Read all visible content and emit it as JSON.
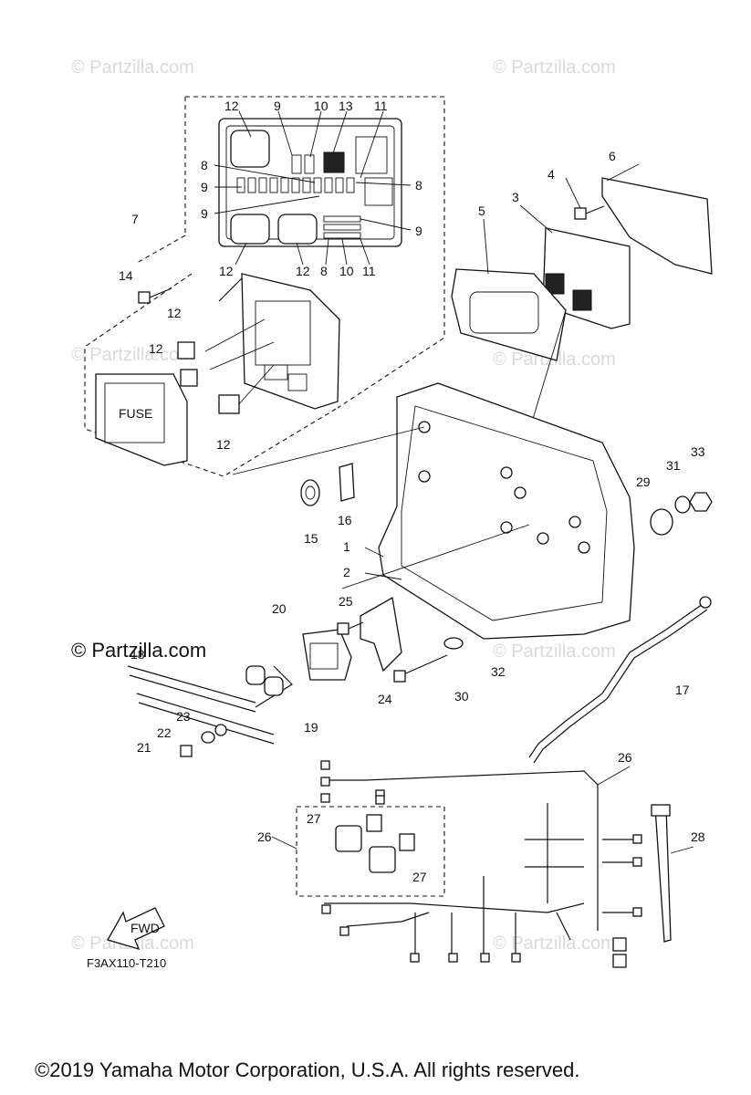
{
  "watermarks": [
    "© Partzilla.com",
    "© Partzilla.com",
    "© Partzilla.com",
    "© Partzilla.com",
    "© Partzilla.com",
    "© Partzilla.com",
    "© Partzilla.com"
  ],
  "watermark_main": "© Partzilla.com",
  "fuse_label": "FUSE",
  "fwd_label": "FWD",
  "diagram_code": "F3AX110-T210",
  "copyright": "©2019  Yamaha Motor Corporation, U.S.A. All rights reserved.",
  "callouts": [
    "12",
    "9",
    "10",
    "13",
    "11",
    "8",
    "9",
    "9",
    "8",
    "9",
    "12",
    "12",
    "8",
    "10",
    "11",
    "7",
    "14",
    "12",
    "12",
    "12",
    "6",
    "4",
    "3",
    "5",
    "15",
    "16",
    "1",
    "2",
    "29",
    "31",
    "33",
    "20",
    "25",
    "24",
    "30",
    "32",
    "17",
    "18",
    "19",
    "23",
    "22",
    "21",
    "26",
    "27",
    "27",
    "26",
    "28"
  ]
}
